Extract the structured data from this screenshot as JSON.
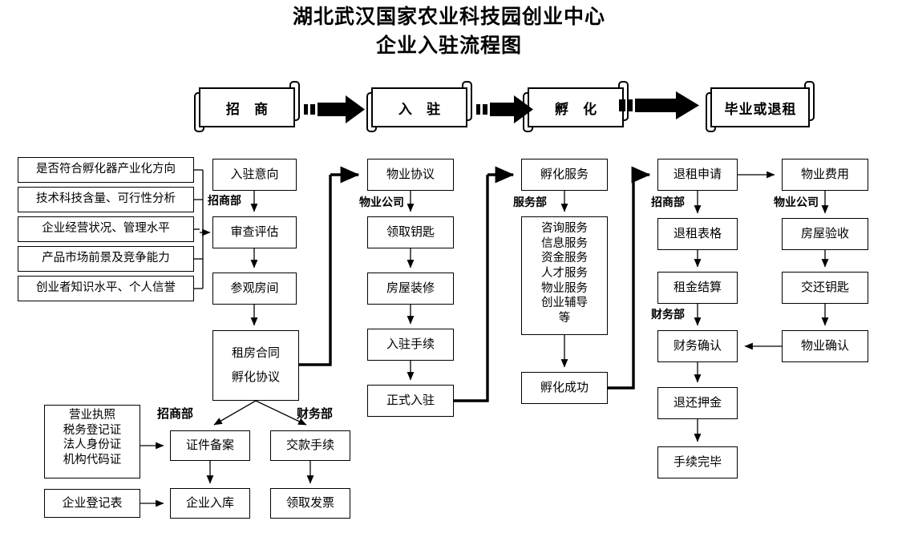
{
  "title": {
    "line1": "湖北武汉国家农业科技园创业中心",
    "line2": "企业入驻流程图"
  },
  "banners": [
    {
      "label": "招  商"
    },
    {
      "label": "入  驻"
    },
    {
      "label": "孵  化"
    },
    {
      "label": "毕业或退租"
    }
  ],
  "criteria": [
    {
      "label": "是否符合孵化器产业化方向"
    },
    {
      "label": "技术科技含量、可行性分析"
    },
    {
      "label": "企业经营状况、管理水平"
    },
    {
      "label": "产品市场前景及竞争能力"
    },
    {
      "label": "创业者知识水平、个人信誉"
    }
  ],
  "col2": {
    "dept": "招商部",
    "nodes": [
      {
        "label": "入驻意向"
      },
      {
        "label": "审查评估"
      },
      {
        "label": "参观房间"
      }
    ],
    "contract": {
      "line1": "租房合同",
      "line2": "孵化协议"
    }
  },
  "col3": {
    "dept": "物业公司",
    "nodes": [
      {
        "label": "物业协议"
      },
      {
        "label": "领取钥匙"
      },
      {
        "label": "房屋装修"
      },
      {
        "label": "入驻手续"
      },
      {
        "label": "正式入驻"
      }
    ]
  },
  "col4": {
    "dept": "服务部",
    "head": {
      "label": "孵化服务"
    },
    "services": [
      "咨询服务",
      "信息服务",
      "资金服务",
      "人才服务",
      "物业服务",
      "创业辅导",
      "等"
    ],
    "tail": {
      "label": "孵化成功"
    }
  },
  "col5": {
    "dept_top": "招商部",
    "dept_mid": "财务部",
    "nodes": [
      {
        "label": "退租申请"
      },
      {
        "label": "退租表格"
      },
      {
        "label": "租金结算"
      },
      {
        "label": "财务确认"
      },
      {
        "label": "退还押金"
      },
      {
        "label": "手续完毕"
      }
    ]
  },
  "col6": {
    "dept": "物业公司",
    "nodes": [
      {
        "label": "物业费用"
      },
      {
        "label": "房屋验收"
      },
      {
        "label": "交还钥匙"
      },
      {
        "label": "物业确认"
      }
    ]
  },
  "bottom": {
    "dept_left": "招商部",
    "dept_right": "财务部",
    "docs": [
      "营业执照",
      "税务登记证",
      "法人身份证",
      "机构代码证"
    ],
    "form": {
      "label": "企业登记表"
    },
    "left_nodes": [
      {
        "label": "证件备案"
      },
      {
        "label": "企业入库"
      }
    ],
    "right_nodes": [
      {
        "label": "交款手续"
      },
      {
        "label": "领取发票"
      }
    ]
  }
}
